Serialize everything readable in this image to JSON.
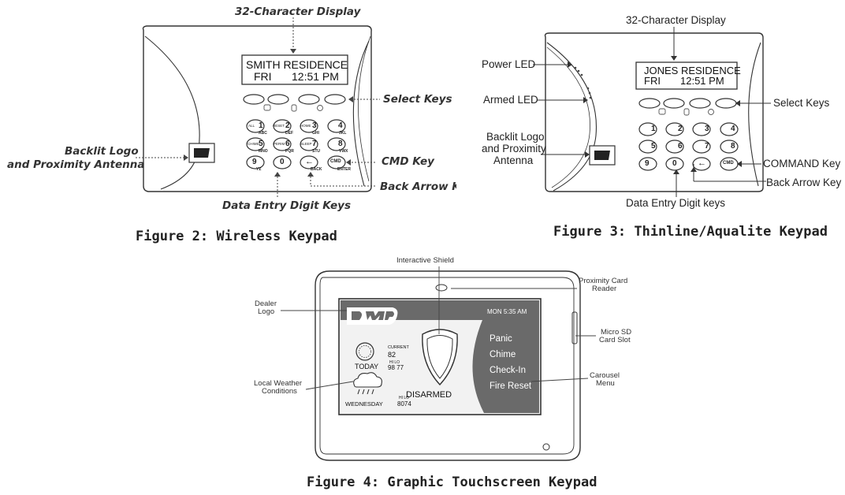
{
  "figure2": {
    "title": "Figure 2: Wireless Keypad",
    "display_line1": "SMITH RESIDENCE",
    "display_line2_day": "FRI",
    "display_line2_time": "12:51  PM",
    "labels": {
      "display": "32-Character Display",
      "select_keys": "Select Keys",
      "cmd_key": "CMD Key",
      "back_arrow": "Back Arrow Ke",
      "logo_line1": "Backlit Logo",
      "logo_line2": "and Proximity Antenna",
      "digit_keys": "Data Entry Digit Keys"
    },
    "keys": {
      "row1": [
        "1",
        "2",
        "3",
        "4"
      ],
      "row1_sub": [
        "ALL",
        "RESET",
        "HOME",
        ""
      ],
      "row1_below": [
        "ABC",
        "DEF",
        "GHI",
        "JKL"
      ],
      "row2": [
        "5",
        "6",
        "7",
        "8"
      ],
      "row2_sub": [
        "CHIME",
        "PERIM",
        "SLEEP",
        ""
      ],
      "row2_below": [
        "MNO",
        "PQR",
        "STU",
        "VWX"
      ],
      "row3": [
        "9",
        "0",
        "←",
        "CMD"
      ],
      "row3_below": [
        "YZ",
        "",
        "BACK",
        "ENTER"
      ]
    }
  },
  "figure3": {
    "title": "Figure 3: Thinline/Aqualite Keypad",
    "display_line1": "JONES RESIDENCE",
    "display_line2_day": "FRI",
    "display_line2_time": "12:51  PM",
    "labels": {
      "display": "32-Character Display",
      "power_led": "Power LED",
      "armed_led": "Armed LED",
      "logo_line1": "Backlit Logo",
      "logo_line2": "and Proximity",
      "logo_line3": "Antenna",
      "select_keys": "Select Keys",
      "command_key": "COMMAND Key",
      "back_arrow": "Back Arrow Key",
      "digit_keys": "Data Entry Digit keys"
    }
  },
  "figure4": {
    "title": "Figure 4: Graphic Touchscreen Keypad",
    "labels": {
      "shield": "Interactive Shield",
      "prox_line1": "Proximity Card",
      "prox_line2": "Reader",
      "dealer_line1": "Dealer",
      "dealer_line2": "Logo",
      "sd_line1": "Micro SD",
      "sd_line2": "Card Slot",
      "weather_line1": "Local Weather",
      "weather_line2": "Conditions",
      "carousel_line1": "Carousel",
      "carousel_line2": "Menu"
    },
    "screen": {
      "status": "MON  5:35 AM",
      "state": "DISARMED",
      "today": "TODAY",
      "current_label": "CURRENT",
      "current_value": "82",
      "hi_lo_label": "HI   LO",
      "today_hi_lo": "98  77",
      "wednesday": "WEDNESDAY",
      "wed_hi_lo_label": "HI  LO",
      "wed_hi_lo": "8074",
      "menu": [
        "Panic",
        "Chime",
        "Check-In",
        "Fire Reset"
      ]
    }
  },
  "colors": {
    "line": "#333333",
    "menu_bg": "#6a6a6a",
    "screen_bg": "#f2f2f2"
  }
}
